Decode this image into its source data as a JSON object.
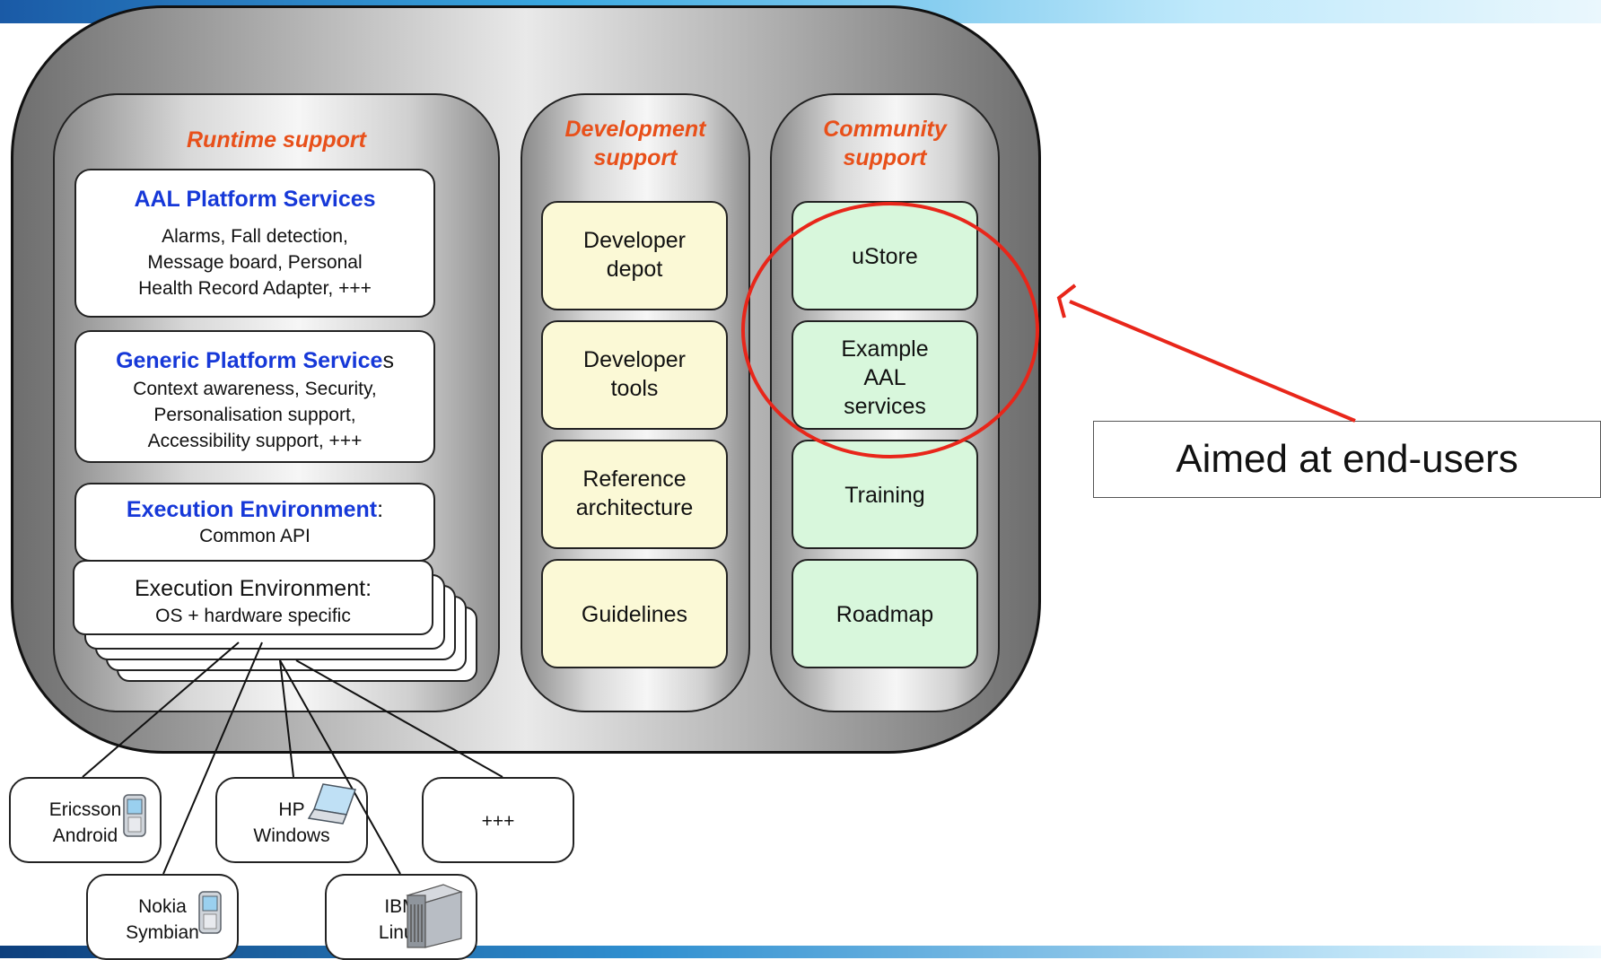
{
  "columns": {
    "runtime": {
      "title": "Runtime support",
      "aal_services": {
        "heading": "AAL Platform Services",
        "lines": [
          "Alarms, Fall detection,",
          "Message board, Personal",
          "Health Record Adapter, +++"
        ]
      },
      "generic_services": {
        "heading": "Generic Platform Service",
        "heading_tail": "s",
        "lines": [
          "Context awareness, Security,",
          "Personalisation support,",
          "Accessibility support, +++"
        ]
      },
      "execution_common": {
        "heading": "Execution Environment",
        "heading_tail": ":",
        "line": "Common API"
      },
      "execution_os": {
        "line1": "Execution Environment:",
        "line2": "OS + hardware specific"
      }
    },
    "development": {
      "title_line1": "Development",
      "title_line2": "support",
      "items": [
        {
          "line1": "Developer",
          "line2": "depot"
        },
        {
          "line1": "Developer",
          "line2": "tools"
        },
        {
          "line1": "Reference",
          "line2": "architecture"
        },
        {
          "line1": "Guidelines",
          "line2": ""
        }
      ]
    },
    "community": {
      "title_line1": "Community",
      "title_line2": "support",
      "items": [
        {
          "line1": "uStore",
          "line2": "",
          "line3": ""
        },
        {
          "line1": "Example",
          "line2": "AAL",
          "line3": "services"
        },
        {
          "line1": "Training",
          "line2": "",
          "line3": ""
        },
        {
          "line1": "Roadmap",
          "line2": "",
          "line3": ""
        }
      ]
    }
  },
  "devices": [
    {
      "line1": "Ericsson",
      "line2": "Android",
      "icon": "phone-icon"
    },
    {
      "line1": "HP",
      "line2": "Windows",
      "icon": "laptop-icon"
    },
    {
      "line1": "+++",
      "line2": "",
      "icon": ""
    },
    {
      "line1": "Nokia",
      "line2": "Symbian",
      "icon": "phone-icon"
    },
    {
      "line1": "IBM",
      "line2": "Linux",
      "icon": "server-icon"
    }
  ],
  "callout": {
    "text": "Aimed at end-users"
  },
  "colors": {
    "title_orange": "#e8501a",
    "heading_blue": "#1638d8",
    "highlight_red": "#e8261a",
    "yellow_box": "#fbf9d6",
    "green_box": "#d8f7dc"
  }
}
